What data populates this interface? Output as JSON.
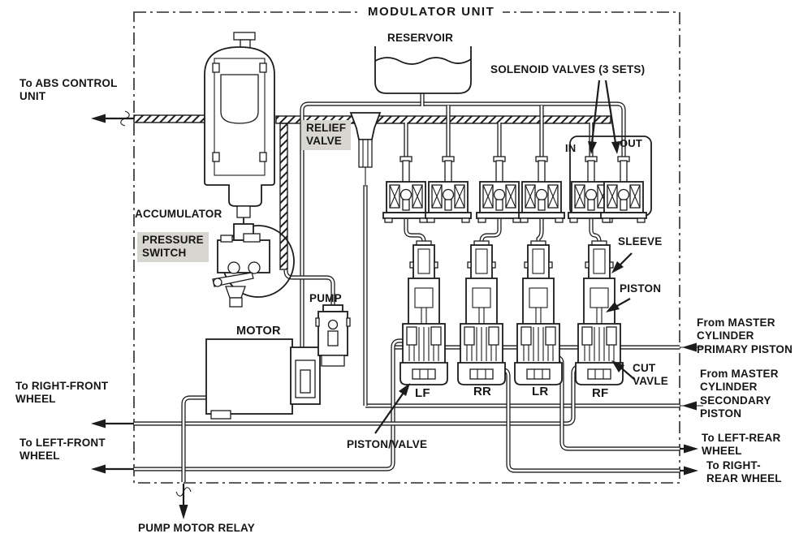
{
  "diagram": {
    "title": "MODULATOR UNIT",
    "components": {
      "reservoir": "RESERVOIR",
      "solenoid_valves": "SOLENOID VALVES (3 SETS)",
      "relief_valve": "RELIEF\nVALVE",
      "accumulator": "ACCUMULATOR",
      "pressure_switch": "PRESSURE\nSWITCH",
      "sleeve": "SLEEVE",
      "piston": "PISTON",
      "pump": "PUMP",
      "motor": "MOTOR",
      "cut_valve": "CUT\nVAVLE",
      "piston_valve": "PISTON/VALVE",
      "port_in": "IN",
      "port_out": "OUT"
    },
    "wheel_circuits": {
      "lf": "LF",
      "rr": "RR",
      "lr": "LR",
      "rf": "RF"
    },
    "external_connections": {
      "to_abs_control_unit": "To ABS CONTROL\nUNIT",
      "to_right_front_wheel": "To RIGHT-FRONT\nWHEEL",
      "to_left_front_wheel": "To LEFT-FRONT\nWHEEL",
      "pump_motor_relay": "PUMP MOTOR RELAY",
      "from_master_cylinder_primary": "From MASTER\nCYLINDER\nPRIMARY PISTON",
      "from_master_cylinder_secondary": "From MASTER\nCYLINDER\nSECONDARY\nPISTON",
      "to_left_rear_wheel": "To LEFT-REAR\nWHEEL",
      "to_right_rear_wheel": "To RIGHT-\nREAR WHEEL"
    },
    "colors": {
      "line": "#1c1c1c",
      "background": "#ffffff",
      "label_highlight": "#d8d6d0"
    }
  }
}
